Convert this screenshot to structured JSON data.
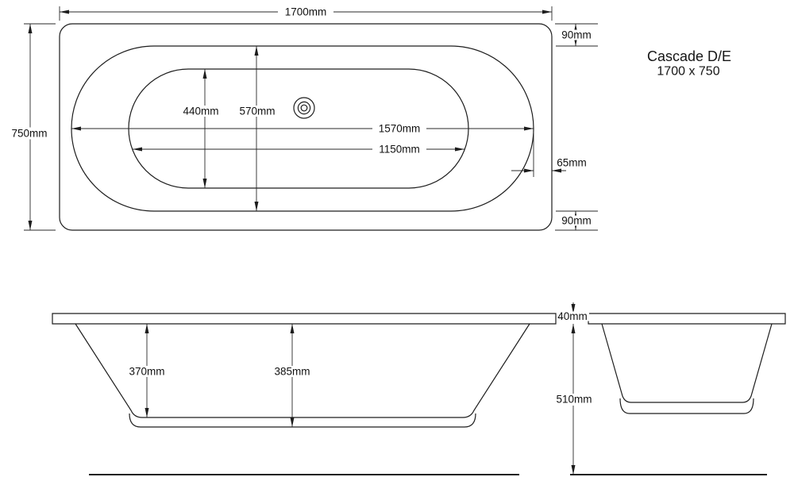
{
  "title": {
    "model": "Cascade D/E",
    "size": "1700 x 750"
  },
  "top_view": {
    "overall_length": "1700mm",
    "overall_width": "750mm",
    "rim_width_top": "90mm",
    "rim_width_bottom": "90mm",
    "rim_width_end": "65mm",
    "basin_floor_width": "440mm",
    "basin_rim_width": "570mm",
    "basin_rim_length": "1570mm",
    "basin_floor_length": "1150mm"
  },
  "front_view": {
    "inner_depth": "370mm",
    "outer_depth": "385mm"
  },
  "end_view": {
    "rim_thickness": "40mm",
    "overall_height": "510mm"
  },
  "colors": {
    "line": "#1d1d1d",
    "text": "#111111",
    "background": "#ffffff"
  }
}
